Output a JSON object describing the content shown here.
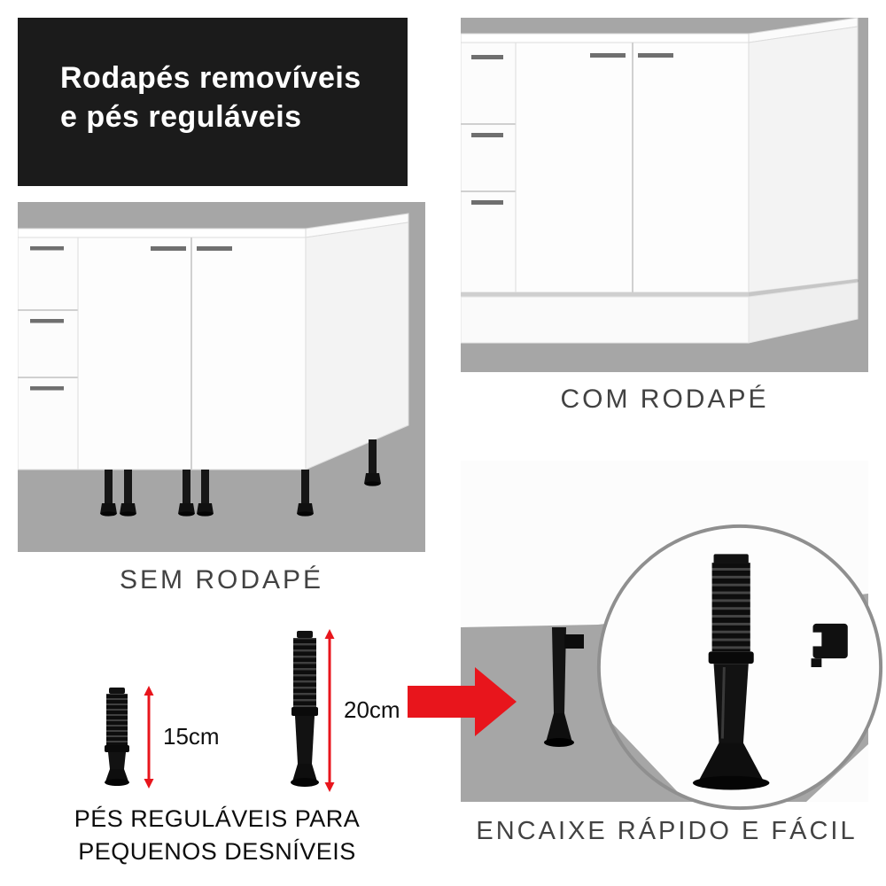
{
  "header": {
    "line1": "Rodapés removíveis",
    "line2": "e pés reguláveis"
  },
  "sections": {
    "sem_rodape": {
      "label": "SEM RODAPÉ"
    },
    "com_rodape": {
      "label": "COM RODAPÉ"
    },
    "encaixe": {
      "label": "ENCAIXE RÁPIDO E FÁCIL"
    }
  },
  "feet_diagram": {
    "short_foot_height": "15cm",
    "tall_foot_height": "20cm",
    "caption_line1": "PÉS REGULÁVEIS PARA",
    "caption_line2": "PEQUENOS DESNÍVEIS"
  },
  "icons": {
    "arrow": "red-arrow-right-icon",
    "inset": "zoom-circle-inset"
  },
  "colors": {
    "accent_red": "#e8151c",
    "panel_gray": "#a6a6a6",
    "banner_black": "#1b1b1b"
  }
}
